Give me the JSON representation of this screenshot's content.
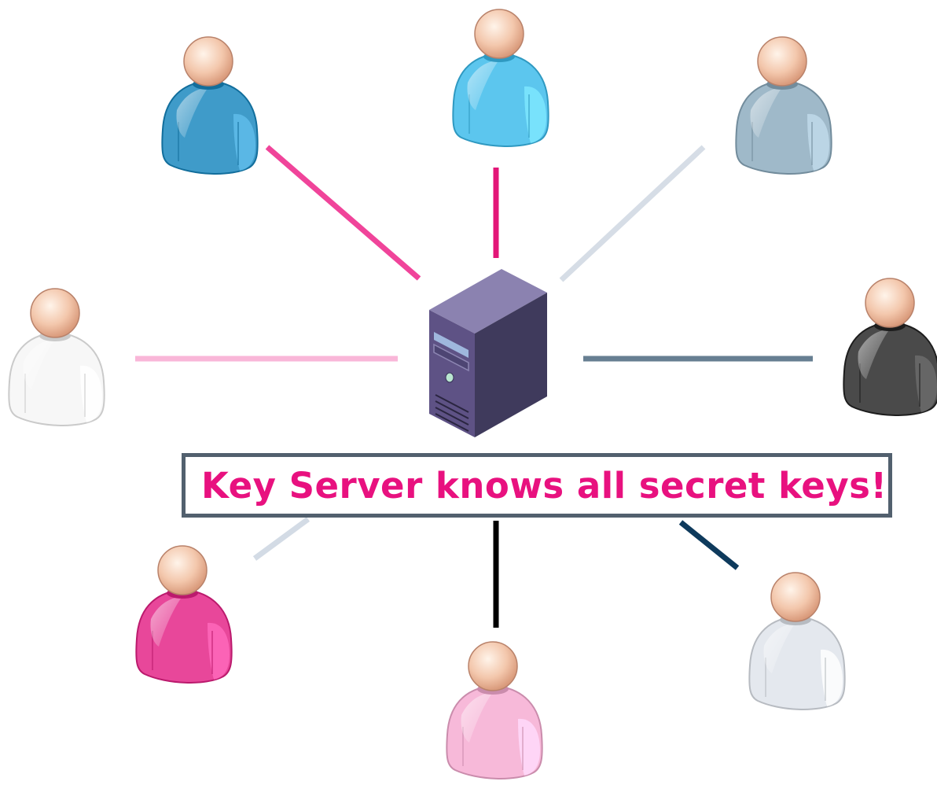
{
  "callout": {
    "text": "Key Server knows all secret keys!"
  },
  "server": {
    "icon": "server-tower-icon",
    "colors": {
      "front": "#5e5285",
      "side": "#3f3a5c",
      "top": "#8b82b0"
    }
  },
  "users": [
    {
      "id": "top-left",
      "icon": "user-icon",
      "body": "#3f9bc9",
      "link_color": "#f0449a"
    },
    {
      "id": "top",
      "icon": "user-icon",
      "body": "#5cc6ee",
      "link_color": "#e31678"
    },
    {
      "id": "top-right",
      "icon": "user-icon",
      "body": "#9fb9c9",
      "link_color": "#d6dde6"
    },
    {
      "id": "left",
      "icon": "user-icon",
      "body": "#f7f7f7",
      "link_color": "#f9b6d8"
    },
    {
      "id": "right",
      "icon": "user-icon",
      "body": "#4a4a4a",
      "link_color": "#677f92"
    },
    {
      "id": "bottom-left",
      "icon": "user-icon",
      "body": "#e8479a",
      "link_color": "#d3dbe5"
    },
    {
      "id": "bottom",
      "icon": "user-icon",
      "body": "#f7b9d9",
      "link_color": "#000000"
    },
    {
      "id": "bottom-right",
      "icon": "user-icon",
      "body": "#e4e8ee",
      "link_color": "#0e3a5c"
    }
  ]
}
